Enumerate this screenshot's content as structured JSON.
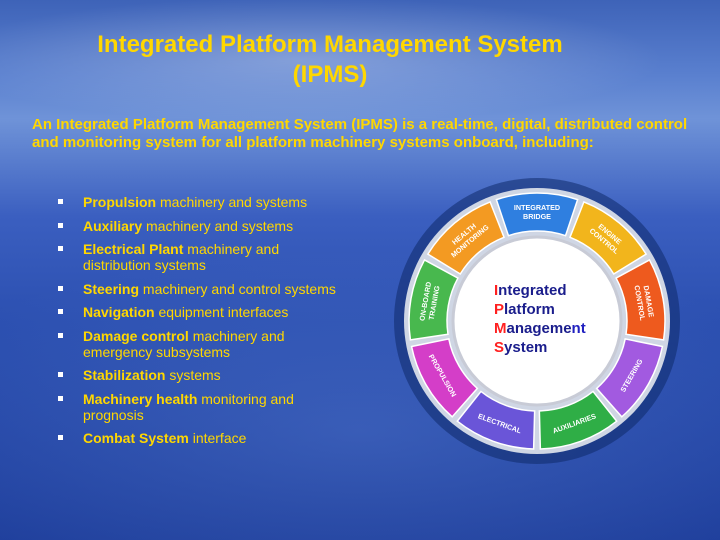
{
  "title_line1": "Integrated Platform Management System",
  "title_line2": "(IPMS)",
  "intro": "An Integrated Platform Management System (IPMS) is a real-time, digital, distributed control and monitoring system for all platform machinery systems onboard, including:",
  "bullets": [
    {
      "bold": "Propulsion",
      "rest": " machinery and systems"
    },
    {
      "bold": "Auxiliary",
      "rest": " machinery and systems"
    },
    {
      "bold": "Electrical Plant",
      "rest": " machinery and distribution systems"
    },
    {
      "bold": "Steering",
      "rest": " machinery and control systems"
    },
    {
      "bold": "Navigation",
      "rest": " equipment interfaces"
    },
    {
      "bold": "Damage control",
      "rest": " machinery and emergency subsystems"
    },
    {
      "bold": "Stabilization",
      "rest": " systems"
    },
    {
      "bold": "Machinery health",
      "rest": " monitoring and prognosis"
    },
    {
      "bold": "Combat System",
      "rest": " interface"
    }
  ],
  "diagram": {
    "center": [
      {
        "initial": "I",
        "rest": "ntegrated",
        "tail": ""
      },
      {
        "initial": "P",
        "rest": "latform",
        "tail": ""
      },
      {
        "initial": "M",
        "rest": "anageme",
        "tail": "nt"
      },
      {
        "initial": "S",
        "rest": "ystem",
        "tail": ""
      }
    ],
    "segments": [
      {
        "lines": [
          "INTEGRATED",
          "BRIDGE"
        ],
        "color": "#2f7fe0"
      },
      {
        "lines": [
          "ENGINE",
          "CONTROL"
        ],
        "color": "#f2b51c"
      },
      {
        "lines": [
          "DAMAGE",
          "CONTROL"
        ],
        "color": "#ee5a1e"
      },
      {
        "lines": [
          "STEERING"
        ],
        "color": "#a25ae0"
      },
      {
        "lines": [
          "AUXILIARIES"
        ],
        "color": "#2fae46"
      },
      {
        "lines": [
          "ELECTRICAL"
        ],
        "color": "#6a55d8"
      },
      {
        "lines": [
          "PROPULSION"
        ],
        "color": "#d43ec8"
      },
      {
        "lines": [
          "ON-BOARD",
          "TRAINING"
        ],
        "color": "#48b84e"
      },
      {
        "lines": [
          "HEALTH",
          "MONITORING"
        ],
        "color": "#f39a22"
      }
    ]
  }
}
